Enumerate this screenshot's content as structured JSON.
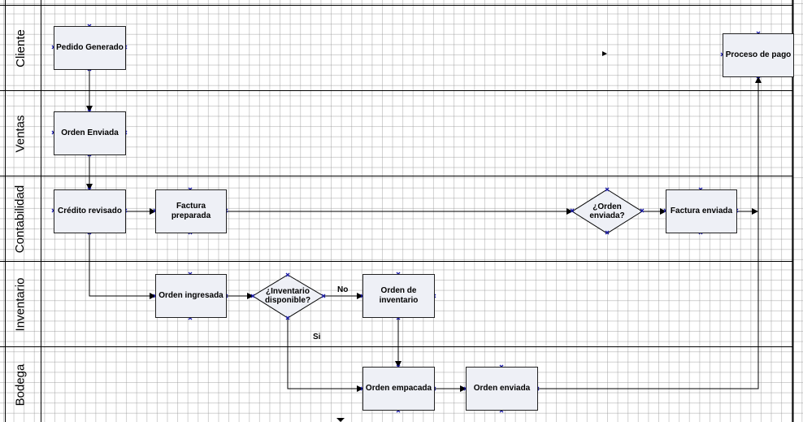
{
  "lanes": [
    "Cliente",
    "Ventas",
    "Contabilidad",
    "Inventario",
    "Bodega"
  ],
  "nodes": {
    "pedido_generado": "Pedido Generado",
    "orden_enviada_ventas": "Orden Enviada",
    "credito_revisado": "Crédito revisado",
    "factura_preparada": "Factura preparada",
    "orden_enviada_pregunta": "¿Orden enviada?",
    "factura_enviada": "Factura enviada",
    "proceso_pago": "Proceso de pago",
    "orden_ingresada": "Orden ingresada",
    "inventario_pregunta": "¿Inventario disponible?",
    "orden_inventario": "Orden de inventario",
    "orden_empacada": "Orden empacada",
    "orden_enviada_bodega": "Orden enviada"
  },
  "edge_labels": {
    "no": "No",
    "si": "Si"
  },
  "colors": {
    "box_fill": "#eef0f6",
    "connector": "#1a1aa8",
    "line": "#000000"
  }
}
